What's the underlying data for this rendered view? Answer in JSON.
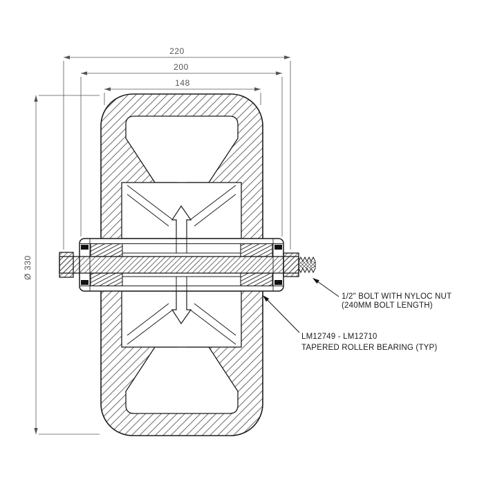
{
  "drawing": {
    "dimensions": {
      "width_overall": "220",
      "width_hub": "200",
      "width_wheel": "148",
      "diameter": "Ø 330"
    },
    "annotations": {
      "bolt": {
        "line1": "1/2\" BOLT WITH NYLOC NUT",
        "line2": "(240MM BOLT LENGTH)"
      },
      "bearing": {
        "line1": "LM12749 - LM12710",
        "line2": "TAPERED ROLLER BEARING (TYP)"
      }
    },
    "colors": {
      "line": "#1a1a1a",
      "dimension": "#555555",
      "background": "#ffffff"
    }
  }
}
